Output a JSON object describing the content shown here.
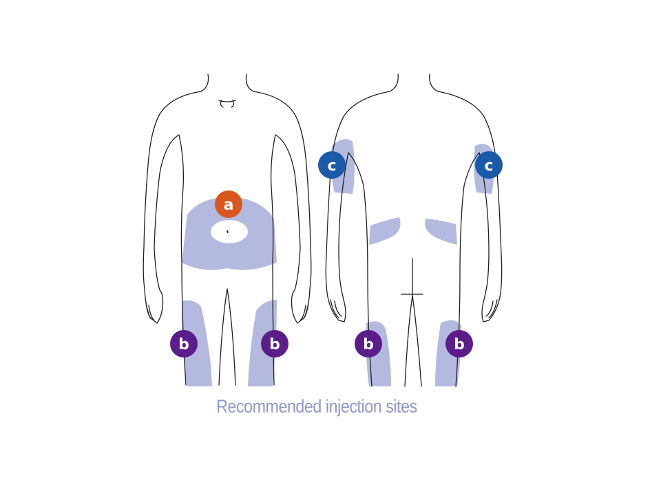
{
  "caption": "Recommended injection sites",
  "colors": {
    "zone_fill": "#b4b9e0",
    "abdomen_marker": "#d9571e",
    "thigh_marker": "#5b1d8a",
    "arm_marker": "#1a5aa8",
    "caption_color": "#9097c8",
    "outline": "#1f1f1f"
  },
  "markers": {
    "abdomen": "a",
    "front_left_thigh": "b",
    "front_right_thigh": "b",
    "back_left_thigh": "b",
    "back_right_thigh": "b",
    "back_left_arm": "c",
    "back_right_arm": "c"
  }
}
